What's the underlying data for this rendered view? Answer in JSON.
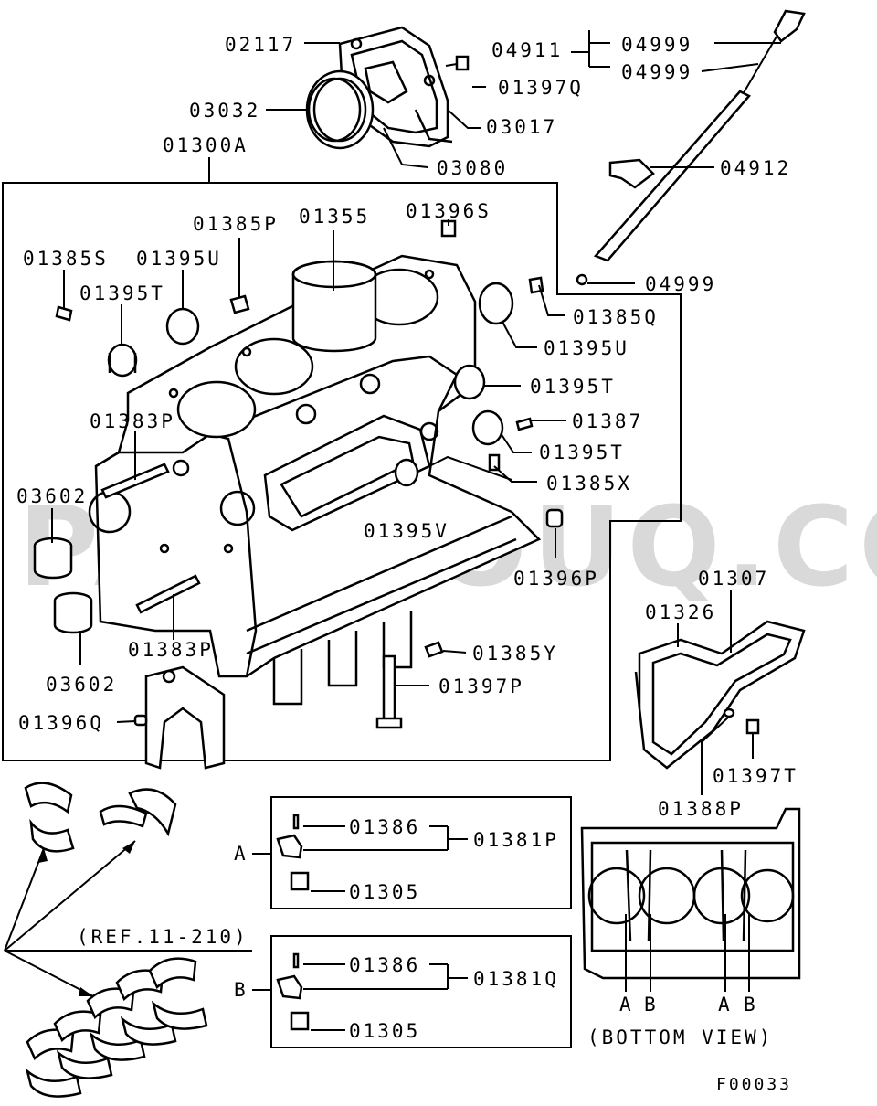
{
  "watermark": "PARTSOUQ.COM",
  "figure_code": "F00033",
  "labels": {
    "p02117": "02117",
    "p04911": "04911",
    "p04999a": "04999",
    "p04999b": "04999",
    "p01397Q": "01397Q",
    "p03032": "03032",
    "p03017": "03017",
    "p03080": "03080",
    "p01300A": "01300A",
    "p04912": "04912",
    "p01385P": "01385P",
    "p01355": "01355",
    "p01396S": "01396S",
    "p01385S": "01385S",
    "p01395U_a": "01395U",
    "p01395T_a": "01395T",
    "p04999c": "04999",
    "p01385Q": "01385Q",
    "p01395U_b": "01395U",
    "p01395T_b": "01395T",
    "p01387": "01387",
    "p01383P_a": "01383P",
    "p01395T_c": "01395T",
    "p01385X": "01385X",
    "p03602_a": "03602",
    "p01395V": "01395V",
    "p01396P": "01396P",
    "p01307": "01307",
    "p01326": "01326",
    "p01385Y": "01385Y",
    "p01383P_b": "01383P",
    "p01397P": "01397P",
    "p03602_b": "03602",
    "p01396Q": "01396Q",
    "p01397T": "01397T",
    "p01388P": "01388P",
    "p01386_a": "01386",
    "p01381P": "01381P",
    "p01305_a": "01305",
    "p01386_b": "01386",
    "p01381Q": "01381Q",
    "p01305_b": "01305",
    "ref": "(REF.11-210)",
    "box_a": "A",
    "box_b": "B",
    "bv_a1": "A",
    "bv_b1": "B",
    "bv_a2": "A",
    "bv_b2": "B",
    "bottom_view": "(BOTTOM VIEW)"
  }
}
